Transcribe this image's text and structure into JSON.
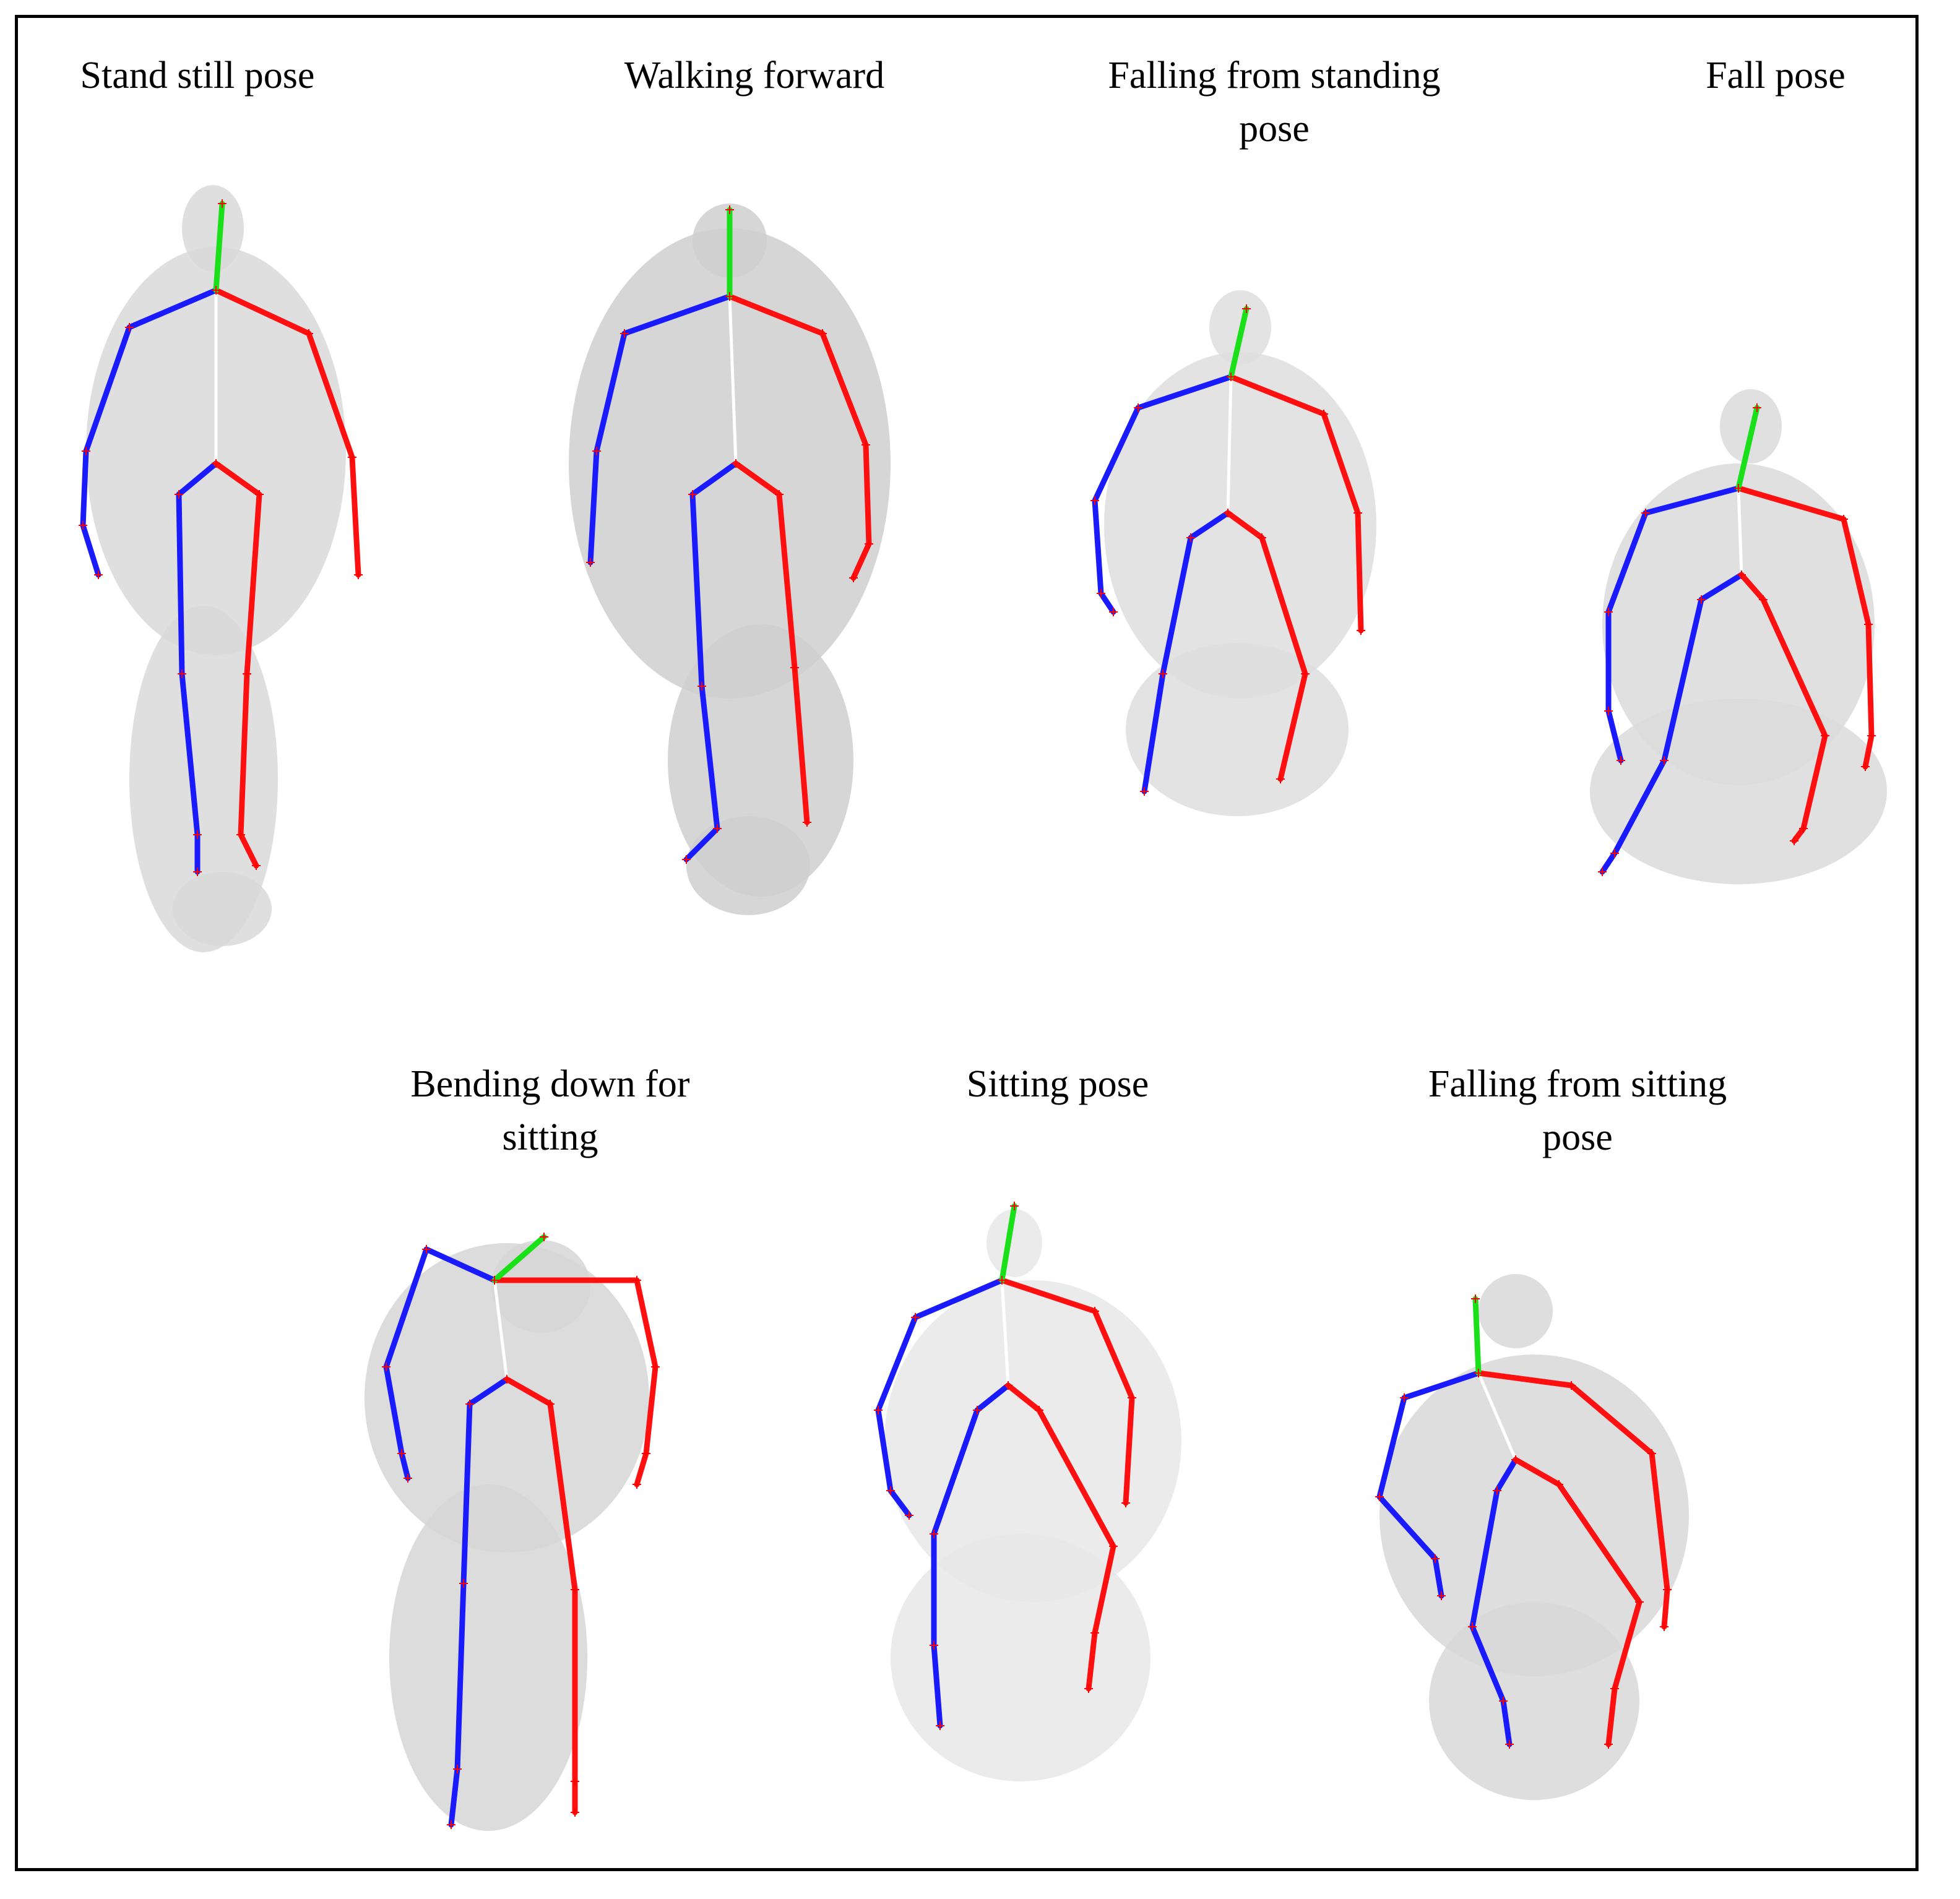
{
  "colors": {
    "left_limb": "#1a1aff",
    "right_limb": "#ff1010",
    "neck": "#19e019",
    "spine": "#ffffff",
    "joint_marker": "#ff0000",
    "silhouette": "#dcdcdc"
  },
  "panels": [
    {
      "label": "Stand still pose"
    },
    {
      "label": "Walking  forward"
    },
    {
      "label": "Falling  from  standing\npose"
    },
    {
      "label": "Fall pose"
    },
    {
      "label": "Bending down for\nsitting"
    },
    {
      "label": "Sitting pose"
    },
    {
      "label": "Falling  from  sitting\npose"
    }
  ]
}
